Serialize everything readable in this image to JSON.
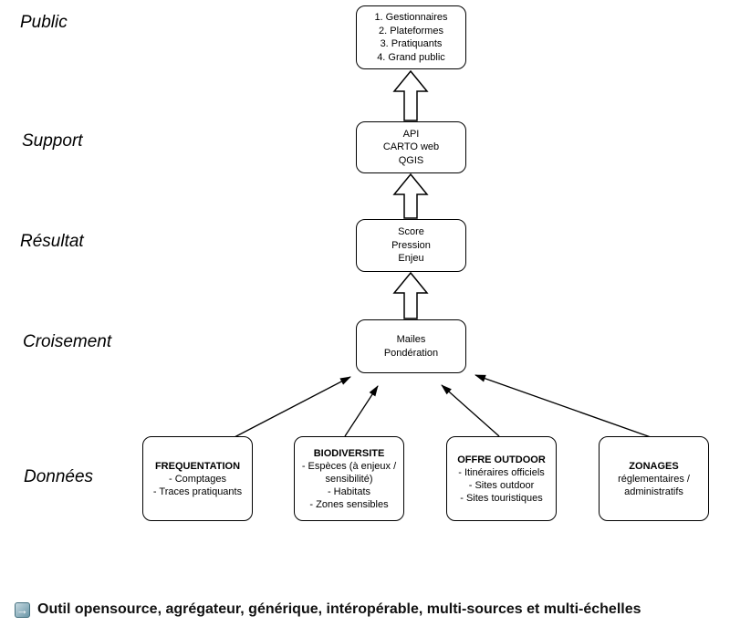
{
  "levels": [
    {
      "label": "Public"
    },
    {
      "label": "Support"
    },
    {
      "label": "Résultat"
    },
    {
      "label": "Croisement"
    },
    {
      "label": "Données"
    }
  ],
  "nodes": {
    "public": {
      "lines": [
        "1. Gestionnaires",
        "2. Plateformes",
        "3. Pratiquants",
        "4. Grand public"
      ]
    },
    "support": {
      "lines": [
        "API",
        "CARTO web",
        "QGIS"
      ]
    },
    "resultat": {
      "lines": [
        "Score",
        "Pression",
        "Enjeu"
      ]
    },
    "croisement": {
      "lines": [
        "Mailes",
        "Pondération"
      ]
    },
    "frequentation": {
      "title": "FREQUENTATION",
      "lines": [
        "- Comptages",
        "- Traces pratiquants"
      ]
    },
    "biodiversite": {
      "title": "BIODIVERSITE",
      "lines": [
        "- Espèces (à enjeux / sensibilité)",
        "- Habitats",
        "- Zones sensibles"
      ]
    },
    "offre_outdoor": {
      "title": "OFFRE OUTDOOR",
      "lines": [
        "- Itinéraires officiels",
        "- Sites outdoor",
        "- Sites touristiques"
      ]
    },
    "zonages": {
      "title": "ZONAGES",
      "lines": [
        "réglementaires / administratifs"
      ]
    }
  },
  "footer": {
    "icon_glyph": "→",
    "text": "Outil opensource, agrégateur, générique, intéropérable, multi-sources et multi-échelles",
    "icon_colors": {
      "bg_top": "#c6d9e1",
      "bg_bottom": "#6a96a6",
      "border": "#44707f",
      "arrow": "#ffffff"
    }
  }
}
